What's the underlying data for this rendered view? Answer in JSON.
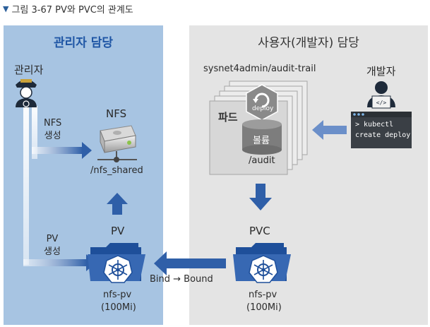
{
  "caption": "그림 3-67 PV와 PVC의 관계도",
  "admin_panel": {
    "title": "관리자 담당",
    "actor_label": "관리자",
    "nfs_create_label": "NFS\n생성",
    "nfs_label": "NFS",
    "nfs_path": "/nfs_shared",
    "pv_create_label": "PV\n생성",
    "pv_label": "PV",
    "pv_name": "nfs-pv",
    "pv_size": "(100Mi)"
  },
  "user_panel": {
    "title": "사용자(개발자) 담당",
    "repo_label": "sysnet4admin/audit-trail",
    "developer_label": "개발자",
    "pod_label": "파드",
    "deploy_label": "deploy",
    "volume_label": "볼륨",
    "mount_path": "/audit",
    "terminal_line1": "> kubectl",
    "terminal_line2": "create deploy",
    "pvc_label": "PVC",
    "pvc_name": "nfs-pv",
    "pvc_size": "(100Mi)"
  },
  "bind_label": "Bind → Bound",
  "colors": {
    "admin_panel_bg": "#a7c4e2",
    "user_panel_bg": "#e4e4e4",
    "admin_title": "#1f56a5",
    "arrow_blue": "#2f5fa8",
    "folder_blue": "#1e4f9a",
    "terminal_bg": "#3a3f45"
  }
}
